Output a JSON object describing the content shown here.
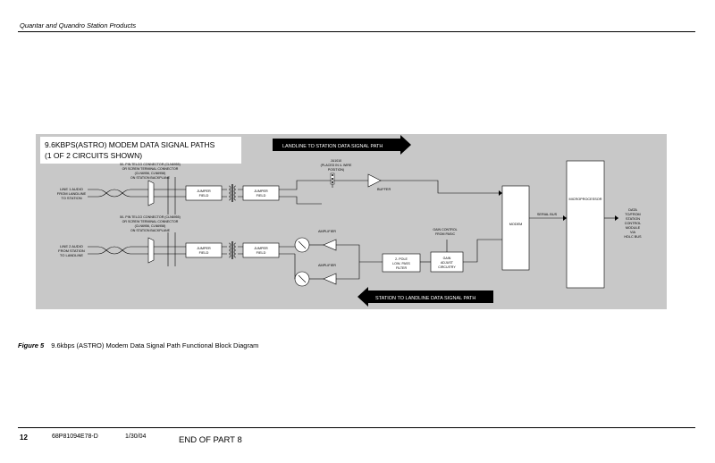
{
  "header": {
    "title": "Quantar  and Quandro Station Products"
  },
  "diagram": {
    "title_line1": "9.6KBPS(ASTRO) MODEM DATA SIGNAL PATHS",
    "title_line2": "(1 OF 2 CIRCUITS SHOWN)",
    "banner_top": "LANDLINE TO STATION DATA SIGNAL PATH",
    "banner_bottom": "STATION TO LANDLINE DATA SIGNAL PATH",
    "connector1": [
      "50- PIN TELCO CONNECTOR (CLN6955)",
      "OR SCREW TERMINAL CONNECTOR",
      "(CLN6956, CLN6958)",
      "ON STATION BACKPLANE"
    ],
    "connector2": [
      "50- PIN TELCO CONNECTOR (CLN6955)",
      "OR SCREW TERMINAL CONNECTOR",
      "(CLN6956, CLN6958)",
      "ON STATION BACKPLANE"
    ],
    "line1": [
      "LINE 1 AUDIO",
      "FROM LANDLINE",
      "TO STATION"
    ],
    "line2": [
      "LINE 2 AUDIO",
      "FROM STATION",
      "TO LANDLINE"
    ],
    "jumper_field": [
      "JUMPER",
      "FIELD"
    ],
    "jumper_note": [
      "JU1010",
      "(PLACED IN 4- WIRE",
      "POSITION)"
    ],
    "buffer": "BUFFER",
    "amplifier": "AMPLIFIER",
    "filter": [
      "2- POLE",
      "LOW- PASS",
      "FILTER"
    ],
    "gain_control": [
      "GAIN CONTROL",
      "FROM PASIC"
    ],
    "gain_adjust": [
      "GAIN",
      "ADJUST",
      "CIRCUITRY"
    ],
    "modem": "MODEM",
    "serial_bus": "SERIAL BUS",
    "microprocessor": "MICROPROCESSOR",
    "data_out": [
      "DATA",
      "TO/FROM",
      "STATION",
      "CONTROL",
      "MODULE",
      "VIA",
      "HDLC BUS"
    ]
  },
  "caption": {
    "label": "Figure 5",
    "text": "9.6kbps (ASTRO) Modem Data Signal Path Functional Block Diagram"
  },
  "footer": {
    "page": "12",
    "doc": "68P81094E78-D",
    "date": "1/30/04",
    "end": "END OF PART 8"
  }
}
